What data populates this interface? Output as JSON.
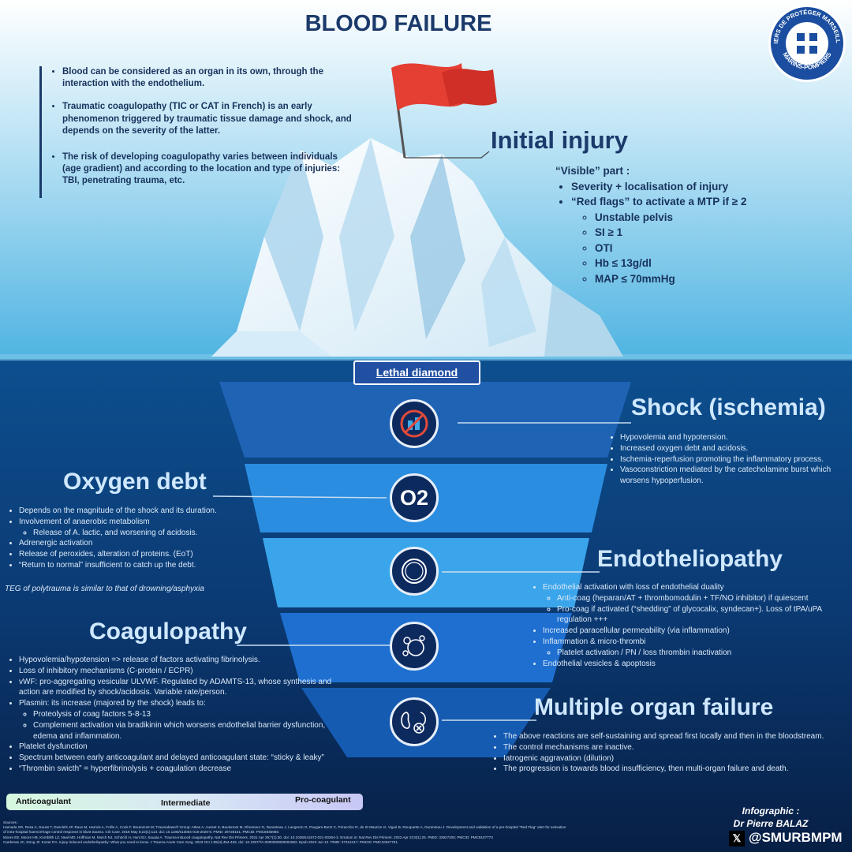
{
  "title": "BLOOD FAILURE",
  "intro": [
    "Blood can be considered as an organ in its own, through the interaction with the endothelium.",
    "Traumatic coagulopathy (TIC or CAT in French) is an early phenomenon triggered by traumatic tissue damage and shock, and depends on the severity of the latter.",
    "The risk of developing coagulopathy varies between individuals (age gradient) and according to the location and type of injuries: TBI, penetrating trauma, etc."
  ],
  "initial": {
    "title": "Initial injury",
    "visible": "“Visible” part :",
    "b1": "Severity + localisation of injury",
    "b2": "“Red flags” to activate a MTP if ≥ 2",
    "flags": [
      "Unstable pelvis",
      "SI ≥ 1",
      "OTI",
      "Hb ≤ 13g/dl",
      "MAP ≤ 70mmHg"
    ]
  },
  "lethal": "Lethal diamond",
  "o2_label": "O2",
  "shock": {
    "title": "Shock (ischemia)",
    "items": [
      "Hypovolemia and hypotension.",
      "Increased oxygen debt and acidosis.",
      "Ischemia-reperfusion promoting the inflammatory process.",
      "Vasoconstriction mediated by the catecholamine burst which worsens hypoperfusion."
    ]
  },
  "oxygen": {
    "title": "Oxygen debt",
    "i1": "Depends on the magnitude of the shock and its duration.",
    "i2": "Involvement of anaerobic metabolism",
    "i2a": "Release of A. lactic, and worsening of acidosis.",
    "i3": "Adrenergic activation",
    "i4": "Release of peroxides, alteration of proteins. (EoT)",
    "i5": "“Return to normal” insufficient to catch up the debt.",
    "note": "TEG of polytrauma is similar to that of drowning/asphyxia"
  },
  "endo": {
    "title": "Endotheliopathy",
    "i1": "Endothelial activation with loss of endothelial duality",
    "i1a": "Anti-coag (heparan/AT + thrombomodulin + TF/NO inhibitor) if quiescent",
    "i1b": "Pro-coag if activated (“shedding” of glycocalix, syndecan+). Loss of tPA/uPA regulation +++",
    "i2": "Increased paracellular permeability (via inflammation)",
    "i3": "Inflammation & micro-thrombi",
    "i3a": "Platelet activation / PN / loss thrombin inactivation",
    "i4": "Endothelial vesicles & apoptosis"
  },
  "coag": {
    "title": "Coagulopathy",
    "i1": "Hypovolemia/hypotension => release of factors activating fibrinolysis.",
    "i2": "Loss of inhibitory mechanisms (C-protein / ECPR)",
    "i3": "vWF: pro-aggregating vesicular ULVWF. Regulated by ADAMTS-13, whose synthesis and action are modified by shock/acidosis. Variable rate/person.",
    "i4": "Plasmin: its increase (majored by the shock) leads to:",
    "i4a": "Proteolysis of coag factors 5-8-13",
    "i4b": "Complement activation via bradikinin which worsens endothelial barrier dysfunction, edema and inflammation.",
    "i5": "Platelet dysfunction",
    "i6": "Spectrum between early anticoagulant and delayed anticoagulant state: “sticky & leaky”",
    "i7": "“Thrombin swicth” = hyperfibrinolysis + coagulation decrease"
  },
  "mof": {
    "title": "Multiple organ failure",
    "items": [
      "The above reactions are self-sustaining and spread first locally and then in the bloodstream.",
      "The control mechanisms are inactive.",
      "Iatrogenic aggravation (dilution)",
      "The progression is towards blood insufficiency, then multi-organ failure and death."
    ]
  },
  "gradient": {
    "left": "Anticoagulant",
    "mid": "Intermediate",
    "right": "Pro-coagulant"
  },
  "sources": {
    "label": "Sources :",
    "lines": [
      "Hamada SR, Rosa A, Gauss T, Desclefs JP, Raux M, Harrois A, Follin A, Cook F, Boutonnet M; Traumabase® Group; Attias A, Ausset S, Boutonnet M, Dhonneur G, Duranteau J, Langeron O, Paugam-Burtz C, Pirracchio R, de St Maurice G, Vigué B, Rouquette A, Duranteau J. Development and validation of a pre-hospital \"Red Flag\" alert for activation",
      "of intra-hospital haemorrhage control response in blunt trauma. Crit Care. 2018 May 5;22(1):113. doi: 10.1186/s13054-018-2026-9. PMID: 29728151; PMCID: PMC5935988.",
      "Moore EE, Moore HB, Kornblith LZ, Neal MD, Hoffman M, Mutch NJ, Schöchl H, Hunt BJ, Sauaia A. Trauma-induced coagulopathy. Nat Rev Dis Primers. 2021 Apr 29;7(1):30. doi: 10.1038/s41572-021-00264-3. Erratum in: Nat Rev Dis Primers. 2022 Apr 22;8(1):25. PMID: 33927200; PMCID: PMC9107773",
      "Cardenas JC, Dong JF, Kozar RA. Injury-induced endotheliopathy: What you need to know. J Trauma Acute Care Surg. 2023 Oct 1;95(4):454-463. doi: 10.1097/TA.0000000000004082. Epub 2023 Jun 12. PMID: 37314417; PMCID: PMC10527751."
    ]
  },
  "credit": {
    "line1": "Infographic :",
    "line2": "Dr Pierre BALAZ"
  },
  "handle": "@SMURBMPM",
  "x_glyph": "𝕏",
  "logo": {
    "text_top": "FIERS DE PROTÉGER MARSEILLE",
    "text_bottom": "MARINS-POMPIERS"
  }
}
